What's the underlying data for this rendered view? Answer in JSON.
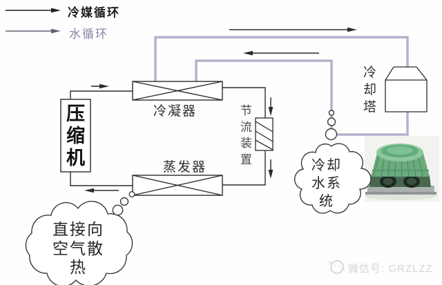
{
  "legend": {
    "items": [
      {
        "label": "冷媒循环",
        "meaning": "refrigerant-loop",
        "color": "#1c1c1c"
      },
      {
        "label": "水循环",
        "meaning": "water-loop",
        "color": "#8781a5"
      }
    ]
  },
  "components": {
    "compressor": {
      "label": "压缩机"
    },
    "condenser": {
      "label": "冷凝器"
    },
    "evaporator": {
      "label": "蒸发器"
    },
    "throttle_device": {
      "label": "节流装置"
    },
    "cooling_tower": {
      "label": "冷却塔"
    }
  },
  "callouts": {
    "cooling_water_system": {
      "label": "冷却水系统"
    },
    "air_heat_rejection": {
      "label": "直接向空气散热"
    }
  },
  "watermark": {
    "label": "微信号: GRZLZZ"
  },
  "colors": {
    "refrigerant_line": "#2b2b2b",
    "water_line": "#8f8bac",
    "water_line_core": "#dcdaea",
    "cloud_stroke": "#3a3a3a"
  }
}
